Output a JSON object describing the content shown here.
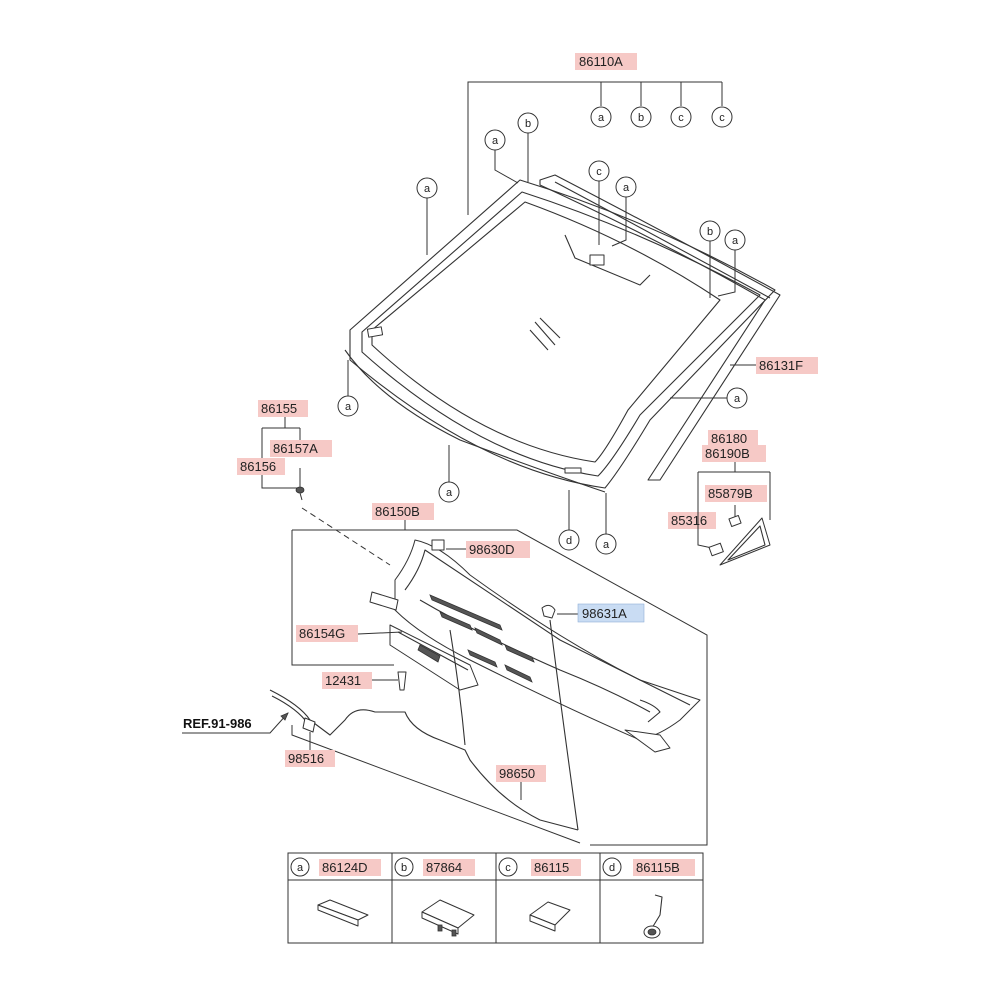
{
  "part_labels": {
    "p86110A": "86110A",
    "p86131F": "86131F",
    "p86155": "86155",
    "p86157A": "86157A",
    "p86156": "86156",
    "p86180": "86180",
    "p86190B": "86190B",
    "p85879B": "85879B",
    "p85316": "85316",
    "p86150B": "86150B",
    "p98630D": "98630D",
    "p98631A": "98631A",
    "p86154G": "86154G",
    "p12431": "12431",
    "p98516": "98516",
    "p98650": "98650"
  },
  "reference": "REF.91-986",
  "callout_letters": {
    "a": "a",
    "b": "b",
    "c": "c",
    "d": "d"
  },
  "legend": [
    {
      "letter": "a",
      "part": "86124D"
    },
    {
      "letter": "b",
      "part": "87864"
    },
    {
      "letter": "c",
      "part": "86115"
    },
    {
      "letter": "d",
      "part": "86115B"
    }
  ],
  "colors": {
    "label_bg": "#f6c9c6",
    "highlight_bg": "#c9dcf3",
    "line": "#333333"
  }
}
